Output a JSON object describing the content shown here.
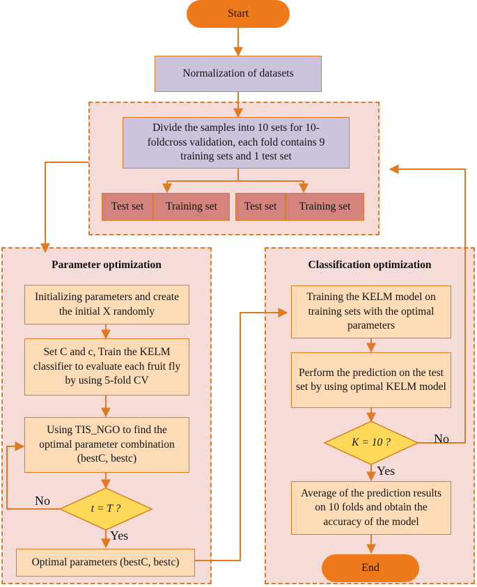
{
  "start": "Start",
  "normalize": "Normalization of datasets",
  "divide": "Divide the samples into 10 sets for 10-foldcross validation, each fold contains 9 training sets and 1 test set",
  "sets": {
    "test1": "Test set",
    "train1": "Training set",
    "test2": "Test set",
    "train2": "Training set"
  },
  "param": {
    "title": "Parameter optimization",
    "init": "Initializing parameters and create the initial X randomly",
    "set_train": "Set C and c, Train the KELM classifier to evaluate each fruit fly by using 5-fold CV",
    "using": "Using TIS_NGO  to find the optimal parameter combination (bestC, bestc)",
    "decision": "t = T ?",
    "no": "No",
    "yes": "Yes",
    "optimal": "Optimal parameters (bestC, bestc)"
  },
  "classif": {
    "title": "Classification optimization",
    "train": "Training the KELM model on training sets with the optimal parameters",
    "predict": "Perform the prediction on the test set by using optimal KELM model",
    "decision": "K = 10 ?",
    "no": "No",
    "yes": "Yes",
    "average": "Average of the prediction results on 10 folds and obtain the accuracy of the model"
  },
  "end": "End",
  "colors": {
    "accent": "#e07a22",
    "terminal": "#ee7a1c",
    "region": "#f5dcd8",
    "purple_box": "#cdc3dd",
    "peach_box": "#fddcb7",
    "set_box": "#d4847c",
    "diamond": "#ffd95a"
  }
}
